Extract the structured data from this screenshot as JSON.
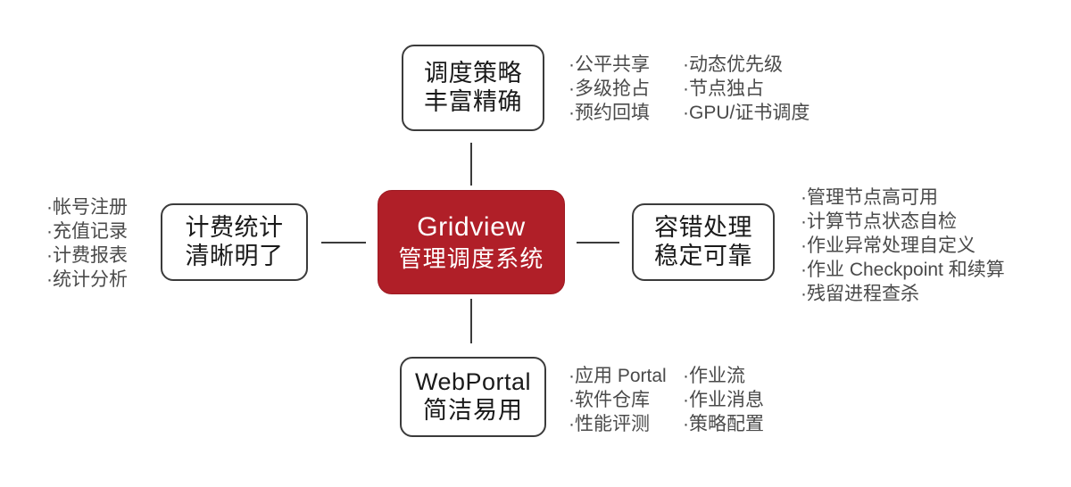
{
  "diagram": {
    "title_node": {
      "line1": "Gridview",
      "line2": "管理调度系统",
      "color": "#b01f28"
    },
    "nodes": {
      "top": {
        "line1": "调度策略",
        "line2": "丰富精确"
      },
      "left": {
        "line1": "计费统计",
        "line2": "清晰明了"
      },
      "right": {
        "line1": "容错处理",
        "line2": "稳定可靠"
      },
      "bottom": {
        "line1": "WebPortal",
        "line2": "简洁易用"
      }
    },
    "features": {
      "top": {
        "col1": [
          "·公平共享",
          "·多级抢占",
          "·预约回填"
        ],
        "col2": [
          "·动态优先级",
          "·节点独占",
          "·GPU/证书调度"
        ]
      },
      "left": {
        "col1": [
          "·帐号注册",
          "·充值记录",
          "·计费报表",
          "·统计分析"
        ]
      },
      "right": {
        "col1": [
          "·管理节点高可用",
          "·计算节点状态自检",
          "·作业异常处理自定义",
          "·作业 Checkpoint 和续算",
          "·残留进程查杀"
        ]
      },
      "bottom": {
        "col1": [
          "·应用 Portal",
          "·软件仓库",
          "·性能评测"
        ],
        "col2": [
          "·作业流",
          "·作业消息",
          "·策略配置"
        ]
      }
    },
    "text_color": "#4a4a4a",
    "border_color": "#3b3b3b"
  }
}
